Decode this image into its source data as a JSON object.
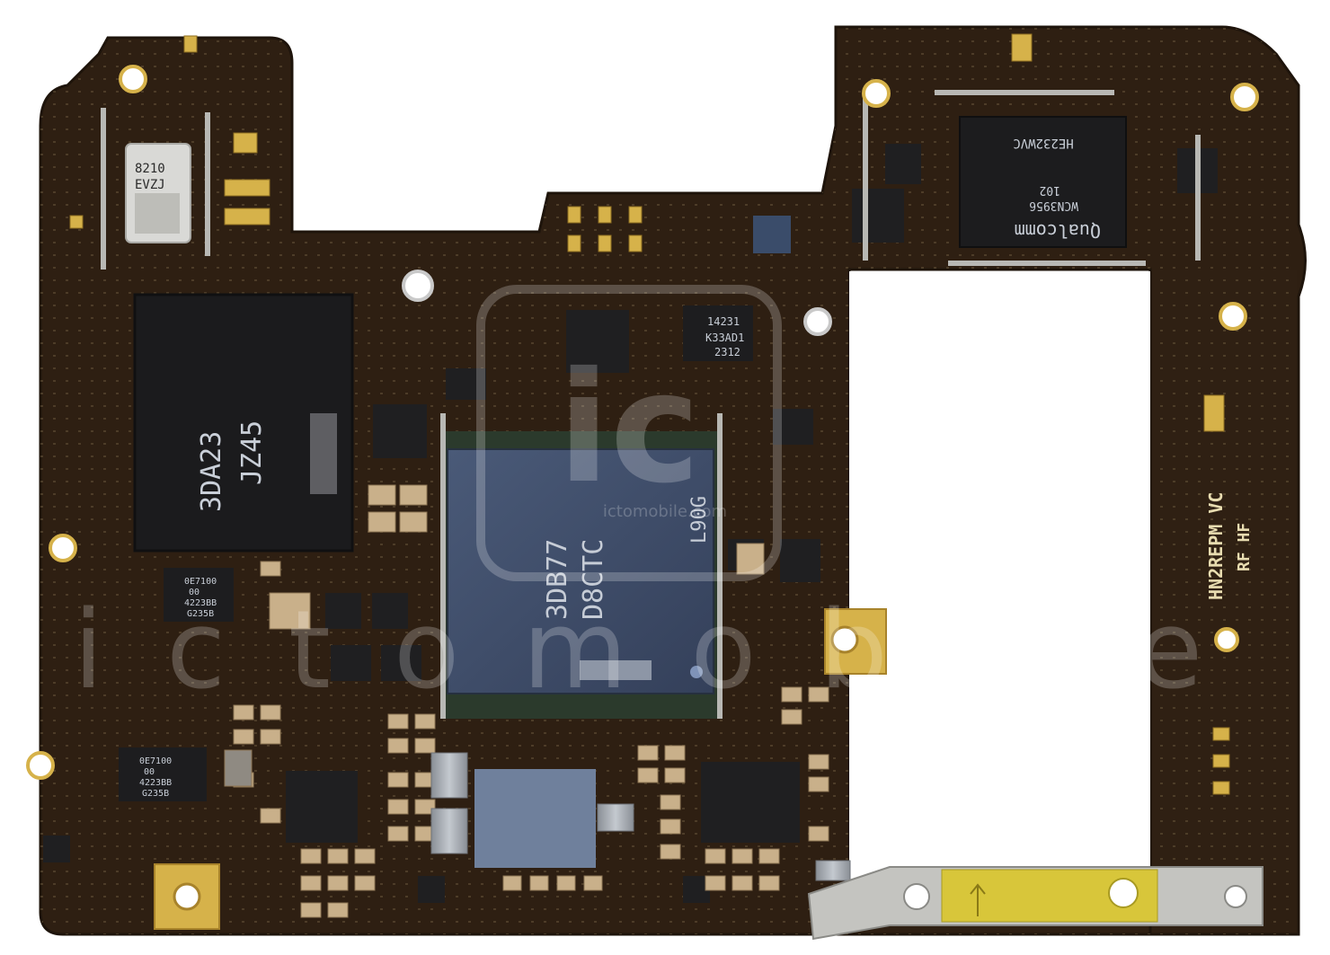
{
  "board": {
    "silkscreen": [
      "HN2REPM VC",
      "RF HF"
    ],
    "colors": {
      "pcb": "#2e1f12",
      "pcb_edge": "#1e140b",
      "chip": "#1c1c1e",
      "soc": "#3c4a63",
      "gold": "#d6b24a",
      "shield": "#c9c9c9",
      "cap": "#c9b08a"
    }
  },
  "chips": {
    "rf_module": {
      "lines": [
        "8210",
        "EVZJ"
      ]
    },
    "memory_left": {
      "lines": [
        "3DA23",
        "JZ45"
      ]
    },
    "soc": {
      "lines": [
        "3DB77",
        "D8CTC"
      ],
      "side": "L90G"
    },
    "pmic_top": {
      "lines": [
        "14231",
        "K33AD1",
        "2312"
      ]
    },
    "qualcomm": {
      "brand": "Qualcomm",
      "lines": [
        "WCN3956",
        "102"
      ],
      "top": "HE232WVC"
    },
    "pmic_bl1": {
      "lines": [
        "0E7100",
        "00",
        "4223BB",
        "G235B"
      ]
    },
    "pmic_bl2": {
      "lines": [
        "0E7100",
        "00",
        "4223BB",
        "G235B"
      ]
    }
  },
  "watermark": {
    "site": "ictomobile.com",
    "word": "ictomobile"
  }
}
